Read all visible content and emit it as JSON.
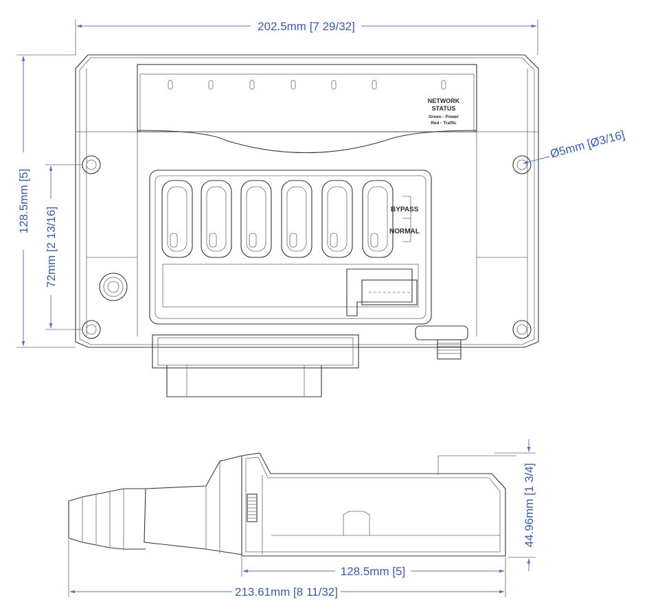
{
  "dimensions": {
    "top_width": "202.5mm [7 29/32]",
    "hole_diameter": "Ø5mm [Ø3/16]",
    "overall_height": "128.5mm [5]",
    "hole_spacing": "72mm [2 13/16]",
    "side_height": "44.96mm [1 3/4]",
    "side_body_length": "128.5mm [5]",
    "side_overall_length": "213.61mm [8 11/32]"
  },
  "labels": {
    "network_status_line1": "NETWORK",
    "network_status_line2": "STATUS",
    "legend_green": "Green - Power",
    "legend_red": "Red - Traffic",
    "switch_bypass": "BYPASS",
    "switch_normal": "NORMAL"
  },
  "colors": {
    "dimension": "#3b5aa6",
    "outline": "#333333"
  }
}
